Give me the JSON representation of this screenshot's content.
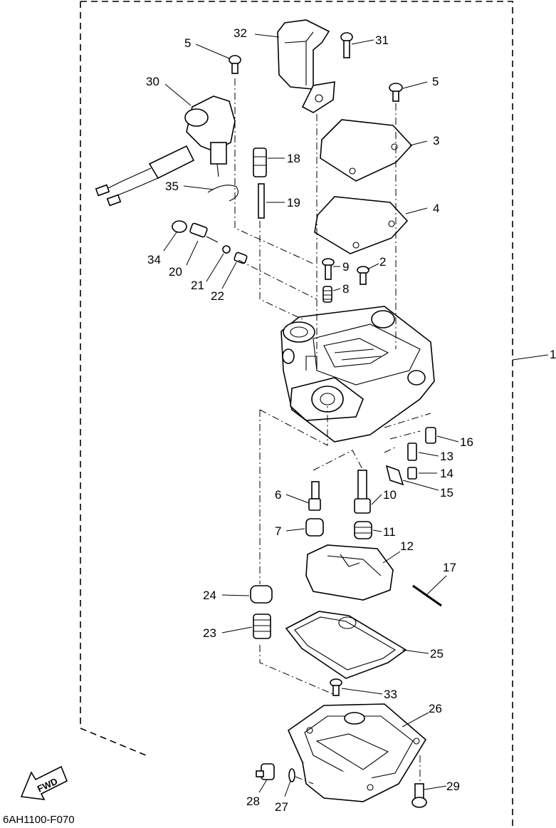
{
  "diagram": {
    "code": "6AH1100-F070",
    "fwd_label": "FWD",
    "callouts": [
      {
        "id": "c1",
        "text": "1"
      },
      {
        "id": "c2",
        "text": "2"
      },
      {
        "id": "c3",
        "text": "3"
      },
      {
        "id": "c4",
        "text": "4"
      },
      {
        "id": "c5a",
        "text": "5"
      },
      {
        "id": "c5b",
        "text": "5"
      },
      {
        "id": "c6",
        "text": "6"
      },
      {
        "id": "c7",
        "text": "7"
      },
      {
        "id": "c8",
        "text": "8"
      },
      {
        "id": "c9",
        "text": "9"
      },
      {
        "id": "c10",
        "text": "10"
      },
      {
        "id": "c11",
        "text": "11"
      },
      {
        "id": "c12",
        "text": "12"
      },
      {
        "id": "c13",
        "text": "13"
      },
      {
        "id": "c14",
        "text": "14"
      },
      {
        "id": "c15",
        "text": "15"
      },
      {
        "id": "c16",
        "text": "16"
      },
      {
        "id": "c17",
        "text": "17"
      },
      {
        "id": "c18",
        "text": "18"
      },
      {
        "id": "c19",
        "text": "19"
      },
      {
        "id": "c20",
        "text": "20"
      },
      {
        "id": "c21",
        "text": "21"
      },
      {
        "id": "c22",
        "text": "22"
      },
      {
        "id": "c23",
        "text": "23"
      },
      {
        "id": "c24",
        "text": "24"
      },
      {
        "id": "c25",
        "text": "25"
      },
      {
        "id": "c26",
        "text": "26"
      },
      {
        "id": "c27",
        "text": "27"
      },
      {
        "id": "c28",
        "text": "28"
      },
      {
        "id": "c29",
        "text": "29"
      },
      {
        "id": "c30",
        "text": "30"
      },
      {
        "id": "c31",
        "text": "31"
      },
      {
        "id": "c32",
        "text": "32"
      },
      {
        "id": "c33",
        "text": "33"
      },
      {
        "id": "c34",
        "text": "34"
      },
      {
        "id": "c35",
        "text": "35"
      }
    ]
  }
}
